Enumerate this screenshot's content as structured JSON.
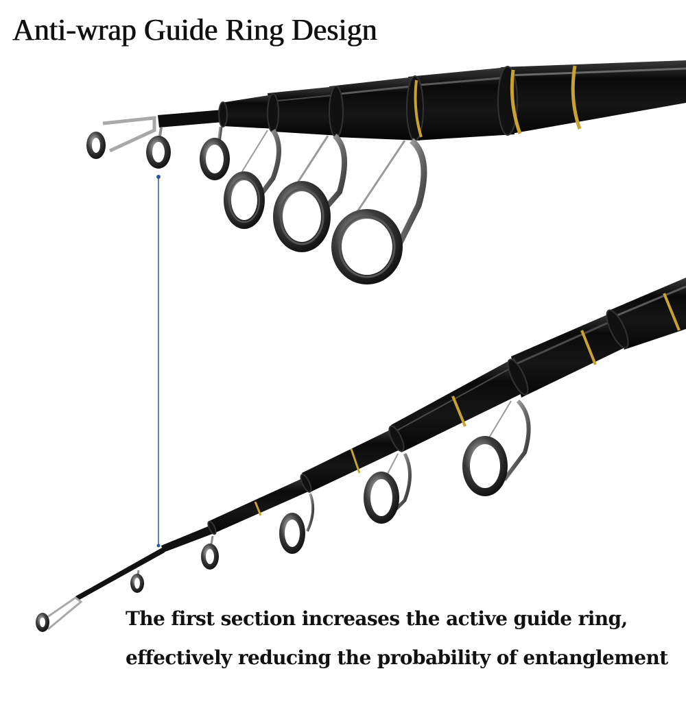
{
  "heading": "Anti-wrap Guide Ring Design",
  "caption": {
    "line1": "The first section increases the active guide ring,",
    "line2": "effectively reducing the probability of entanglement"
  },
  "colors": {
    "rod_black": "#0d0d0d",
    "gold_band": "#c9a233",
    "guide_frame": "#8a8a8a",
    "ring_insert": "#2a2a2a",
    "pointer_line": "#2b5a9a"
  },
  "icons": {
    "pointer_dot": "blue-dot",
    "rod": "telescopic-fishing-rod"
  }
}
